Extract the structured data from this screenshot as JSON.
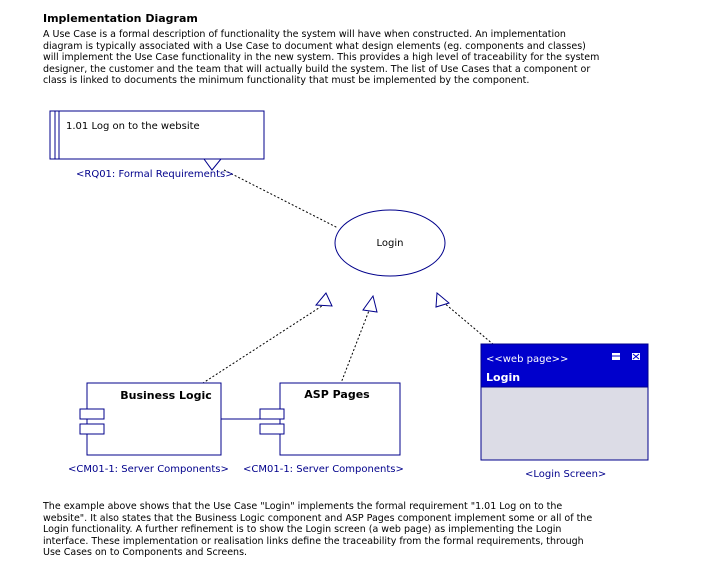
{
  "heading": "Implementation Diagram",
  "intro": "A Use Case is a formal description of functionality the system will have when constructed. An implementation\ndiagram is typically associated with a Use Case to document what design elements (eg. components and classes)\nwill implement the Use Case functionality in the new system. This provides a high level of traceability for the system\ndesigner, the customer and the team that will actually build the system. The list of Use Cases that a component or\nclass is linked to documents the minimum functionality that must be implemented by the component.",
  "diagram": {
    "requirement": {
      "title": "1.01 Log on to the website",
      "stereotype": "<RQ01: Formal Requirements>"
    },
    "usecase": {
      "name": "Login"
    },
    "business_logic": {
      "name": "Business Logic",
      "stereotype": "<CM01-1: Server Components>"
    },
    "asp_pages": {
      "name": "ASP Pages",
      "stereotype": "<CM01-1: Server Components>"
    },
    "screen": {
      "stereotype": "<<web page>>",
      "name": "Login",
      "label": "<Login Screen>"
    }
  },
  "colors": {
    "navy": "#00008b",
    "header_blue": "#0000cc",
    "screen_body": "#dcdce6"
  },
  "outro": "The example above shows that the Use Case \"Login\" implements the formal requirement \"1.01 Log on to the\nwebsite\". It also states that the Business Logic component and ASP Pages component implement some or all of the\nLogin functionality. A further refinement is to show the Login screen (a web page) as implementing the Login\ninterface. These implementation or realisation links define the traceability from the formal requirements, through\nUse Cases on to Components and Screens."
}
